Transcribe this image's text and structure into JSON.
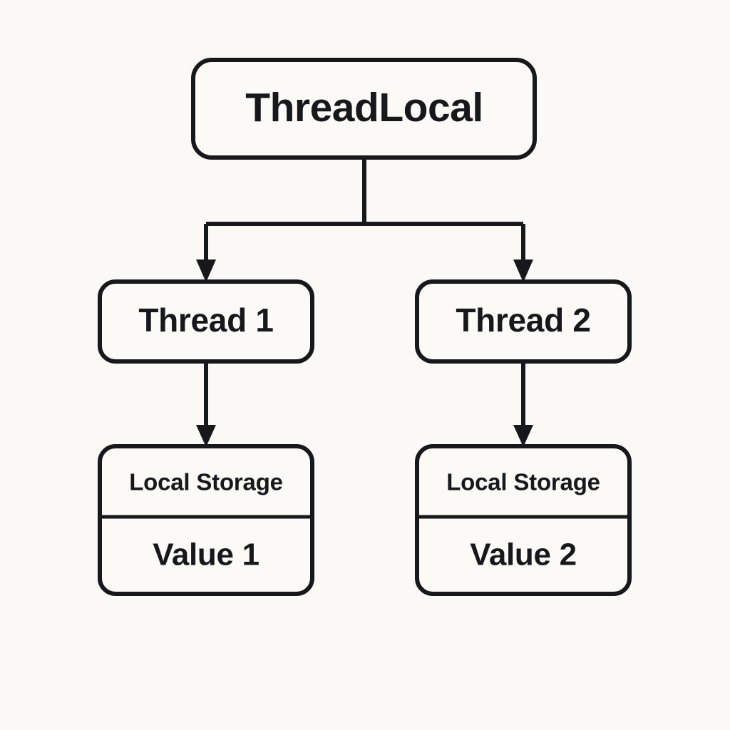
{
  "diagram": {
    "title": "ThreadLocal",
    "type": "tree-diagram",
    "colors": {
      "background": "#FAF9F5",
      "box_fill": "#FBFAF6",
      "stroke": "#16181C",
      "text": "#16181C"
    },
    "root": {
      "label": "ThreadLocal"
    },
    "branches": [
      {
        "thread_label": "Thread 1",
        "storage_header": "Local Storage",
        "storage_value": "Value 1"
      },
      {
        "thread_label": "Thread 2",
        "storage_header": "Local Storage",
        "storage_value": "Value 2"
      }
    ],
    "connectors": [
      {
        "name": "root-to-split",
        "kind": "vertical-line"
      },
      {
        "name": "split-to-thread-1",
        "kind": "elbow-arrow"
      },
      {
        "name": "split-to-thread-2",
        "kind": "elbow-arrow"
      },
      {
        "name": "thread-1-to-storage-1",
        "kind": "vertical-arrow"
      },
      {
        "name": "thread-2-to-storage-2",
        "kind": "vertical-arrow"
      }
    ]
  }
}
